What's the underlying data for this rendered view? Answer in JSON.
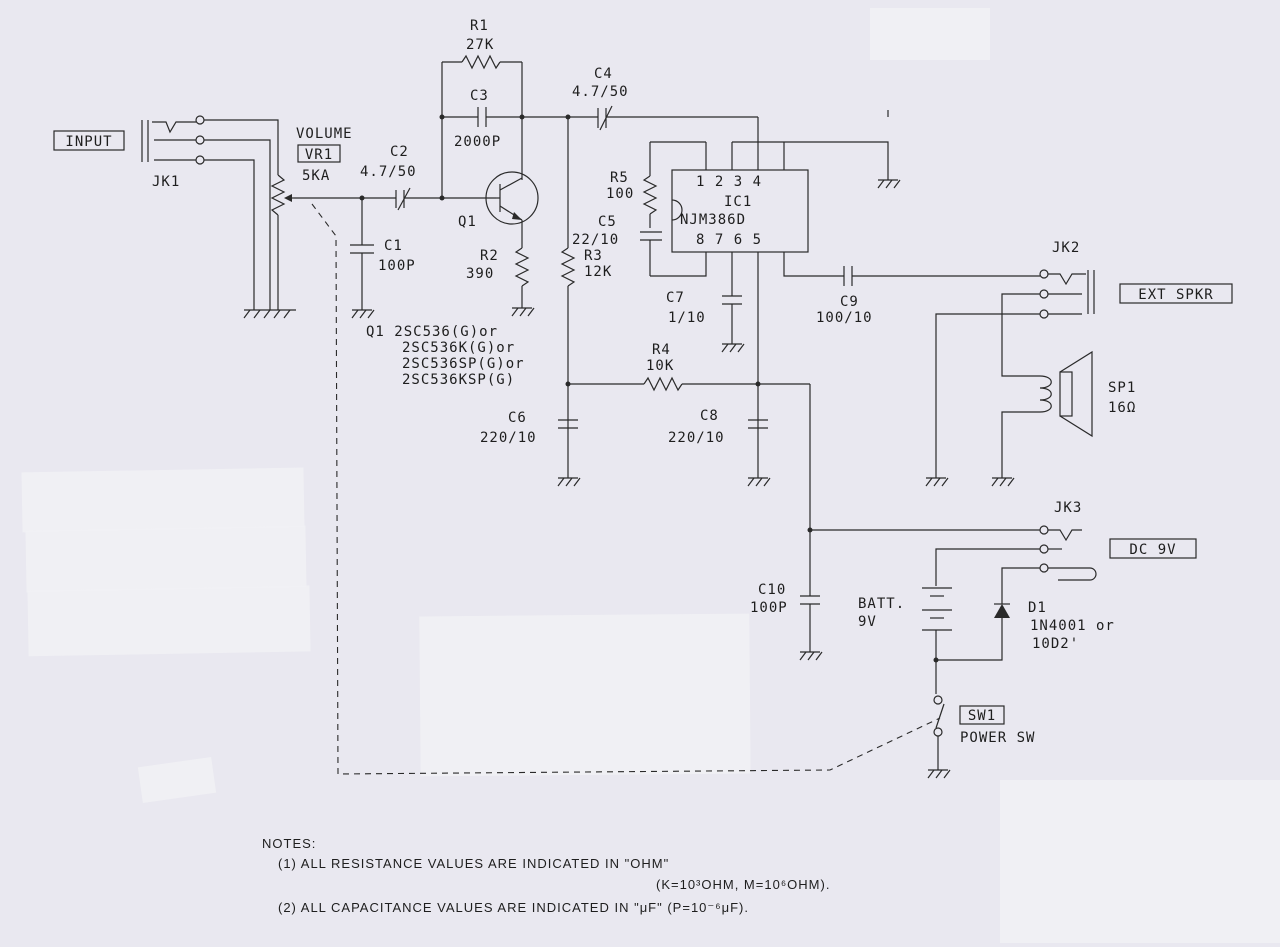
{
  "boxed_labels": {
    "input": "INPUT",
    "vr1": "VR1",
    "ext_spkr": "EXT SPKR",
    "dc": "DC  9V",
    "sw1": "SW1"
  },
  "labels": {
    "jk1": "JK1",
    "volume": "VOLUME",
    "vr1_value": "5KA",
    "c2": "C2",
    "c2_value": "4.7/50",
    "c1": "C1",
    "c1_value": "100P",
    "r1": "R1",
    "r1_value": "27K",
    "c3": "C3",
    "c3_value": "2000P",
    "c4": "C4",
    "c4_value": "4.7/50",
    "q1": "Q1",
    "r2": "R2",
    "r2_value": "390",
    "r3": "R3",
    "r3_value": "12K",
    "r5": "R5",
    "r5_value": "100",
    "c5": "C5",
    "c5_value": "22/10",
    "ic_pins_top": "1  2  3  4",
    "ic1": "IC1",
    "ic_part": "NJM386D",
    "ic_pins_bottom": "8  7  6  5",
    "c7": "C7",
    "c7_value": "1/10",
    "c9": "C9",
    "c9_value": "100/10",
    "jk2": "JK2",
    "sp1": "SP1",
    "sp1_value": "16Ω",
    "q1_parts": [
      "Q1   2SC536(G)or",
      "2SC536K(G)or",
      "2SC536SP(G)or",
      "2SC536KSP(G)"
    ],
    "r4": "R4",
    "r4_value": "10K",
    "c6": "C6",
    "c6_value": "220/10",
    "c8": "C8",
    "c8_value": "220/10",
    "jk3": "JK3",
    "c10": "C10",
    "c10_value": "100P",
    "batt": "BATT.",
    "batt_value": "9V",
    "d1": "D1",
    "d1_value_1": "1N4001  or",
    "d1_value_2": "10D2'",
    "power_sw": "POWER SW"
  },
  "notes": {
    "heading": "NOTES:",
    "line1": "(1) ALL RESISTANCE VALUES ARE INDICATED IN \"OHM\"",
    "line1b": "(K=10³OHM, M=10⁶OHM).",
    "line2": "(2) ALL CAPACITANCE VALUES ARE INDICATED IN \"μF\" (P=10⁻⁶μF)."
  }
}
